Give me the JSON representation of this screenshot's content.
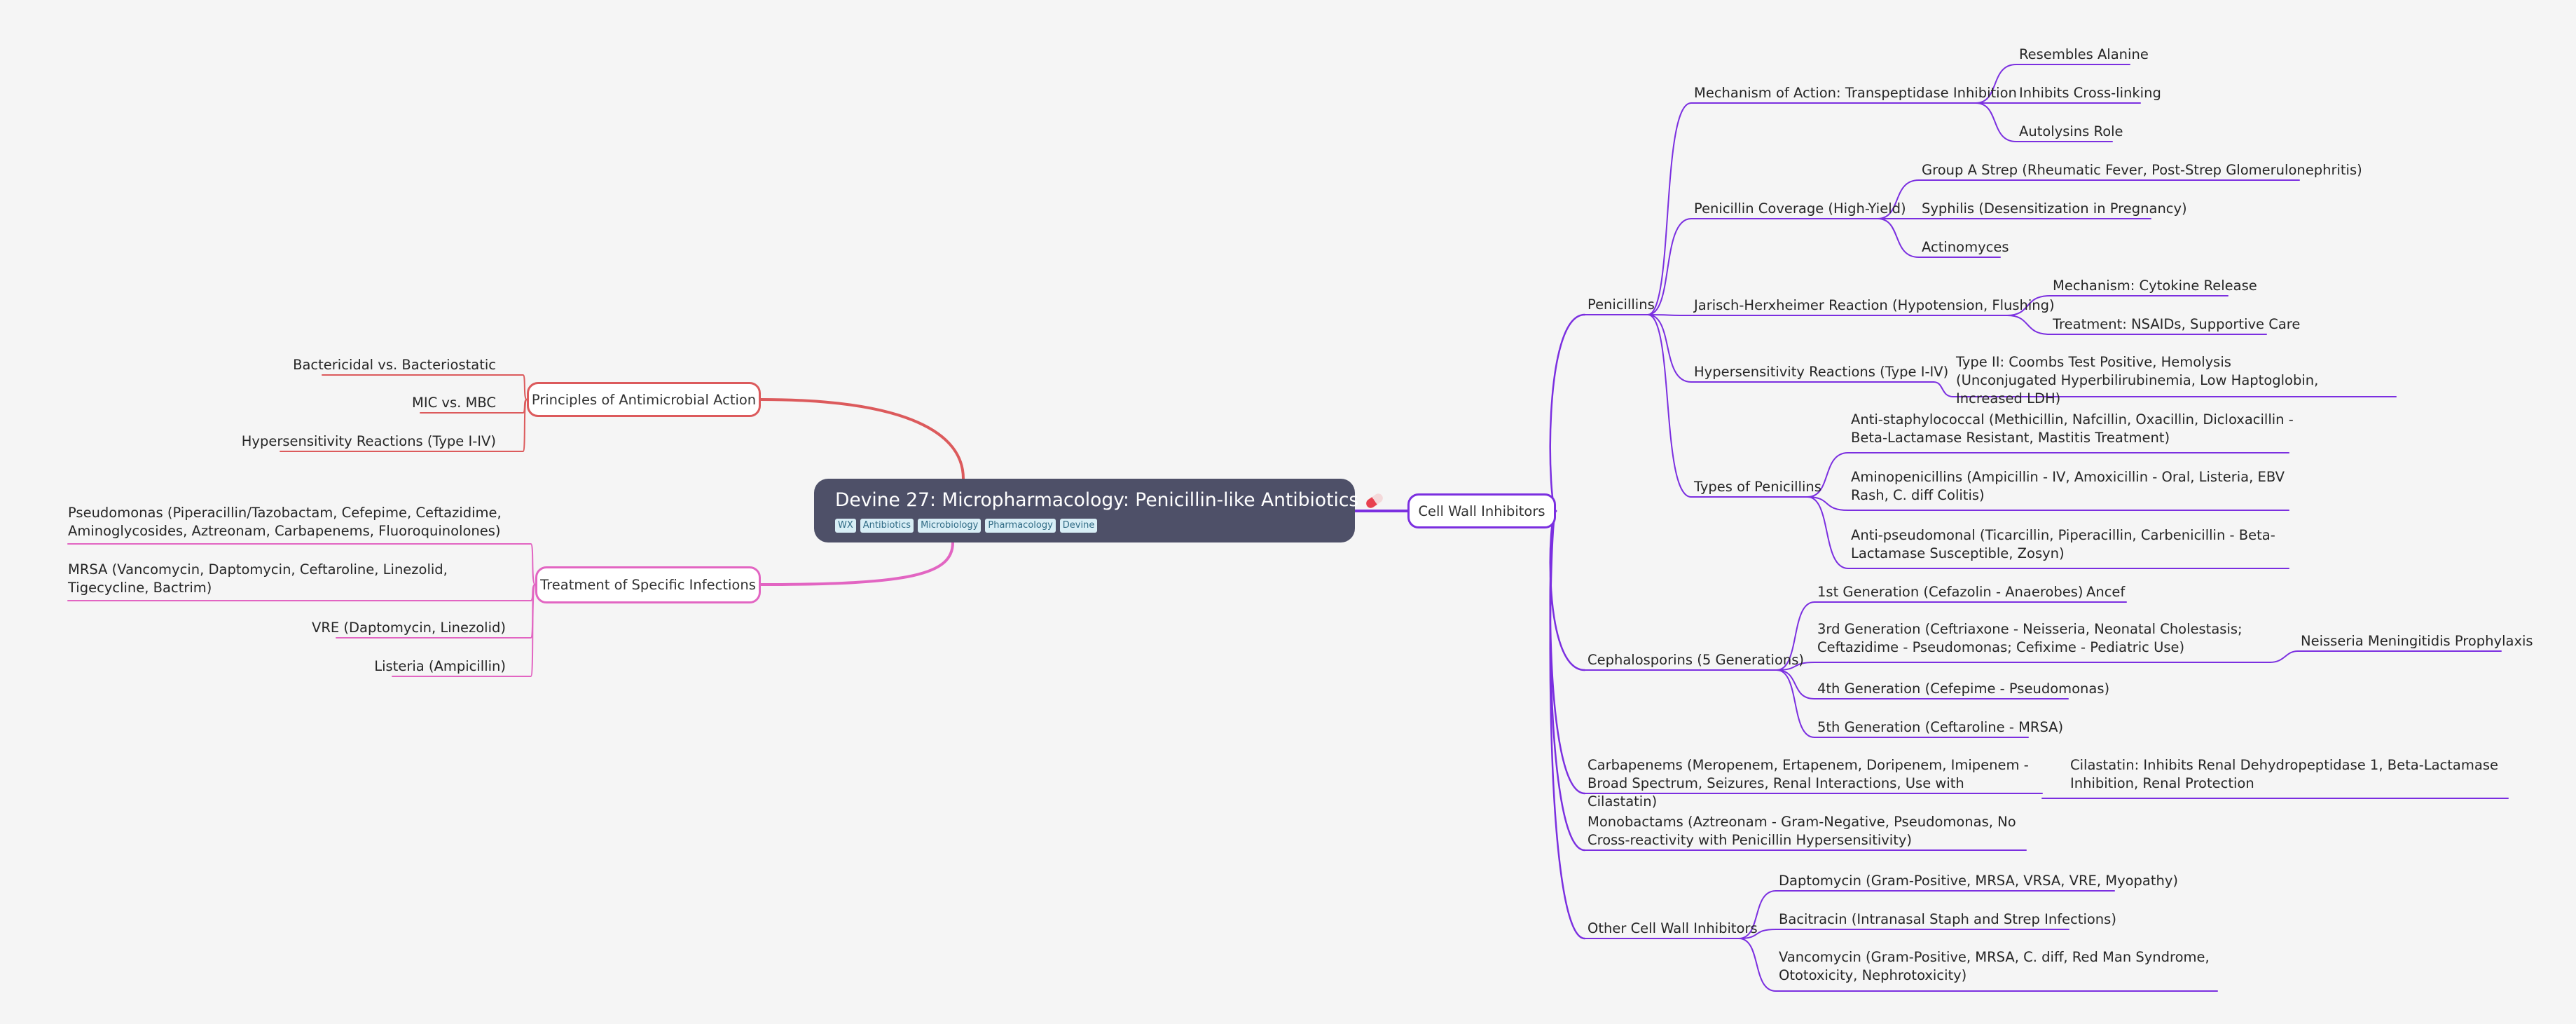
{
  "root": {
    "title": "Devine 27: Micropharmacology: Penicillin-like Antibiotics",
    "tags": [
      "WX",
      "Antibiotics",
      "Microbiology",
      "Pharmacology",
      "Devine"
    ],
    "icon": "pill-icon"
  },
  "colors": {
    "background": "#f5f5f5",
    "root": "#4e5068",
    "principles": "#dc5a5c",
    "treatment": "#e265c2",
    "cell_wall": "#7b2fe0",
    "tag_bg": "#d8eef6"
  },
  "branches": {
    "principles": {
      "label": "Principles of Antimicrobial Action",
      "children": [
        "Bactericidal vs. Bacteriostatic",
        "MIC vs. MBC",
        "Hypersensitivity Reactions (Type I-IV)"
      ]
    },
    "treatment": {
      "label": "Treatment of Specific Infections",
      "children": [
        "Pseudomonas (Piperacillin/Tazobactam, Cefepime, Ceftazidime, Aminoglycosides, Aztreonam, Carbapenems, Fluoroquinolones)",
        "MRSA (Vancomycin, Daptomycin, Ceftaroline, Linezolid, Tigecycline, Bactrim)",
        "VRE (Daptomycin, Linezolid)",
        "Listeria (Ampicillin)"
      ]
    },
    "cell_wall": {
      "label": "Cell Wall Inhibitors",
      "penicillins": {
        "label": "Penicillins",
        "mechanism": {
          "label": "Mechanism of Action: Transpeptidase Inhibition",
          "children": [
            "Resembles Alanine",
            "Inhibits Cross-linking",
            "Autolysins Role"
          ]
        },
        "coverage": {
          "label": "Penicillin Coverage (High-Yield)",
          "children": [
            "Group A Strep (Rheumatic Fever, Post-Strep Glomerulonephritis)",
            "Syphilis (Desensitization in Pregnancy)",
            "Actinomyces"
          ]
        },
        "jarisch": {
          "label": "Jarisch-Herxheimer Reaction (Hypotension, Flushing)",
          "children": [
            "Mechanism: Cytokine Release",
            "Treatment: NSAIDs, Supportive Care"
          ]
        },
        "hypersensitivity": {
          "label": "Hypersensitivity Reactions (Type I-IV)",
          "children": [
            "Type II: Coombs Test Positive, Hemolysis (Unconjugated Hyperbilirubinemia, Low Haptoglobin, Increased LDH)"
          ]
        },
        "types": {
          "label": "Types of Penicillins",
          "children": [
            "Anti-staphylococcal (Methicillin, Nafcillin, Oxacillin, Dicloxacillin - Beta-Lactamase Resistant, Mastitis Treatment)",
            "Aminopenicillins (Ampicillin - IV, Amoxicillin - Oral, Listeria, EBV Rash, C. diff Colitis)",
            "Anti-pseudomonal (Ticarcillin, Piperacillin, Carbenicillin - Beta-Lactamase Susceptible, Zosyn)"
          ]
        }
      },
      "cephalosporins": {
        "label": "Cephalosporins (5 Generations)",
        "gen1": {
          "label": "1st Generation (Cefazolin - Anaerobes)",
          "child": "Ancef"
        },
        "gen3": {
          "label": "3rd Generation (Ceftriaxone - Neisseria, Neonatal Cholestasis; Ceftazidime - Pseudomonas; Cefixime - Pediatric Use)",
          "child": "Neisseria Meningitidis Prophylaxis"
        },
        "gen4": "4th Generation (Cefepime - Pseudomonas)",
        "gen5": "5th Generation (Ceftaroline - MRSA)"
      },
      "carbapenems": {
        "label": "Carbapenems (Meropenem, Ertapenem, Doripenem, Imipenem - Broad Spectrum, Seizures, Renal Interactions, Use with Cilastatin)",
        "child": "Cilastatin: Inhibits Renal Dehydropeptidase 1, Beta-Lactamase Inhibition, Renal Protection"
      },
      "monobactams": "Monobactams (Aztreonam - Gram-Negative, Pseudomonas, No Cross-reactivity with Penicillin Hypersensitivity)",
      "other": {
        "label": "Other Cell Wall Inhibitors",
        "children": [
          "Daptomycin (Gram-Positive, MRSA, VRSA, VRE, Myopathy)",
          "Bacitracin (Intranasal Staph and Strep Infections)",
          "Vancomycin (Gram-Positive, MRSA, C. diff, Red Man Syndrome, Ototoxicity, Nephrotoxicity)"
        ]
      }
    }
  }
}
